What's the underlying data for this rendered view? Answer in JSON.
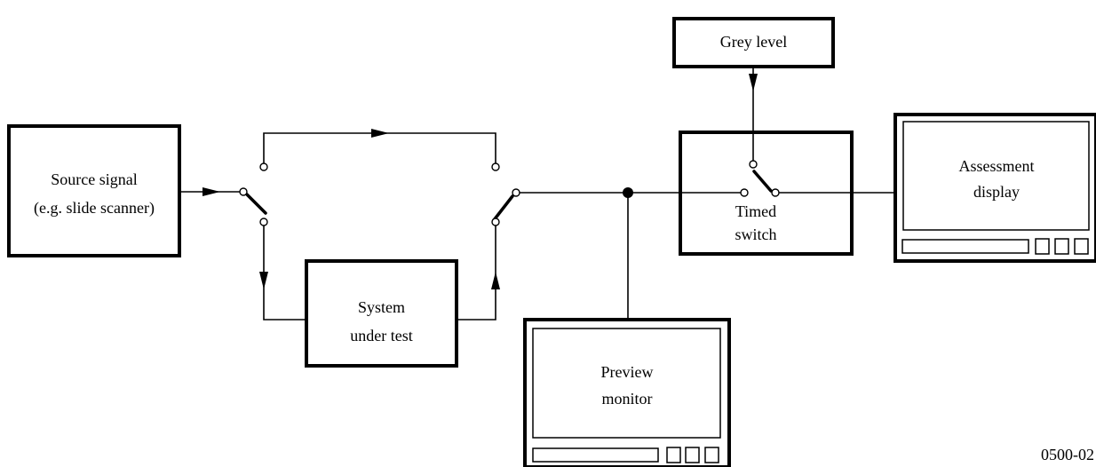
{
  "blocks": {
    "source_signal": [
      "Source signal",
      "(e.g. slide scanner)"
    ],
    "system_under_test": [
      "System",
      "under test"
    ],
    "grey_level": [
      "Grey level"
    ],
    "timed_switch": [
      "Timed",
      "switch"
    ],
    "assessment_display": [
      "Assessment",
      "display"
    ],
    "preview_monitor": [
      "Preview",
      "monitor"
    ]
  },
  "figure_id": "0500-02"
}
